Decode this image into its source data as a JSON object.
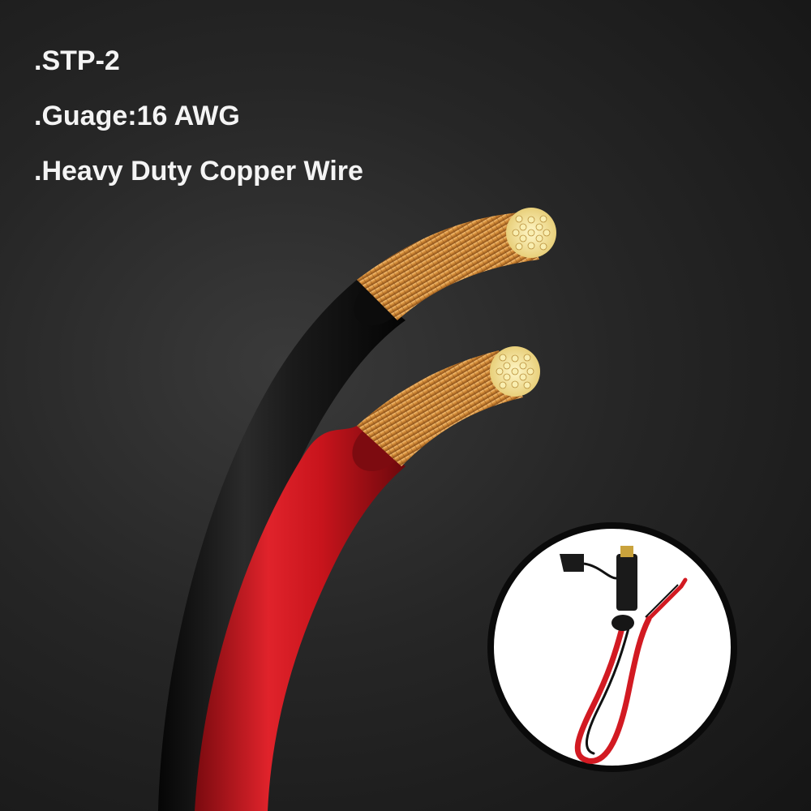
{
  "specs": [
    ".STP-2",
    ".Guage:16 AWG",
    ".Heavy Duty Copper Wire"
  ],
  "colors": {
    "background": "#1b1b1b",
    "text": "#f4f4f4",
    "black_insulation": "#111111",
    "red_insulation": "#c8141c",
    "copper": "#d9913c",
    "strand_end": "#f3e6a0",
    "inset_ring": "#0a0a0a",
    "inset_background": "#ffffff"
  },
  "icons": {
    "inset": "sae-connector-cable-icon"
  }
}
